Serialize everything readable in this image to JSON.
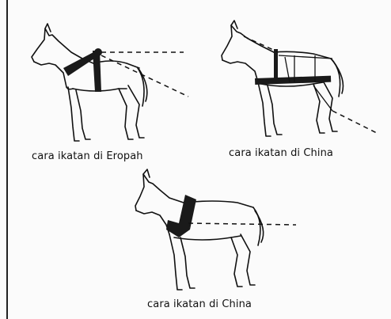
{
  "captions": {
    "europe": "cara ikatan di Eropah",
    "china_top": "cara ikatan di China",
    "china_bottom": "cara ikatan di China"
  },
  "colors": {
    "ink": "#111111",
    "harness": "#1a1a1a",
    "background": "#fbfbfb"
  }
}
